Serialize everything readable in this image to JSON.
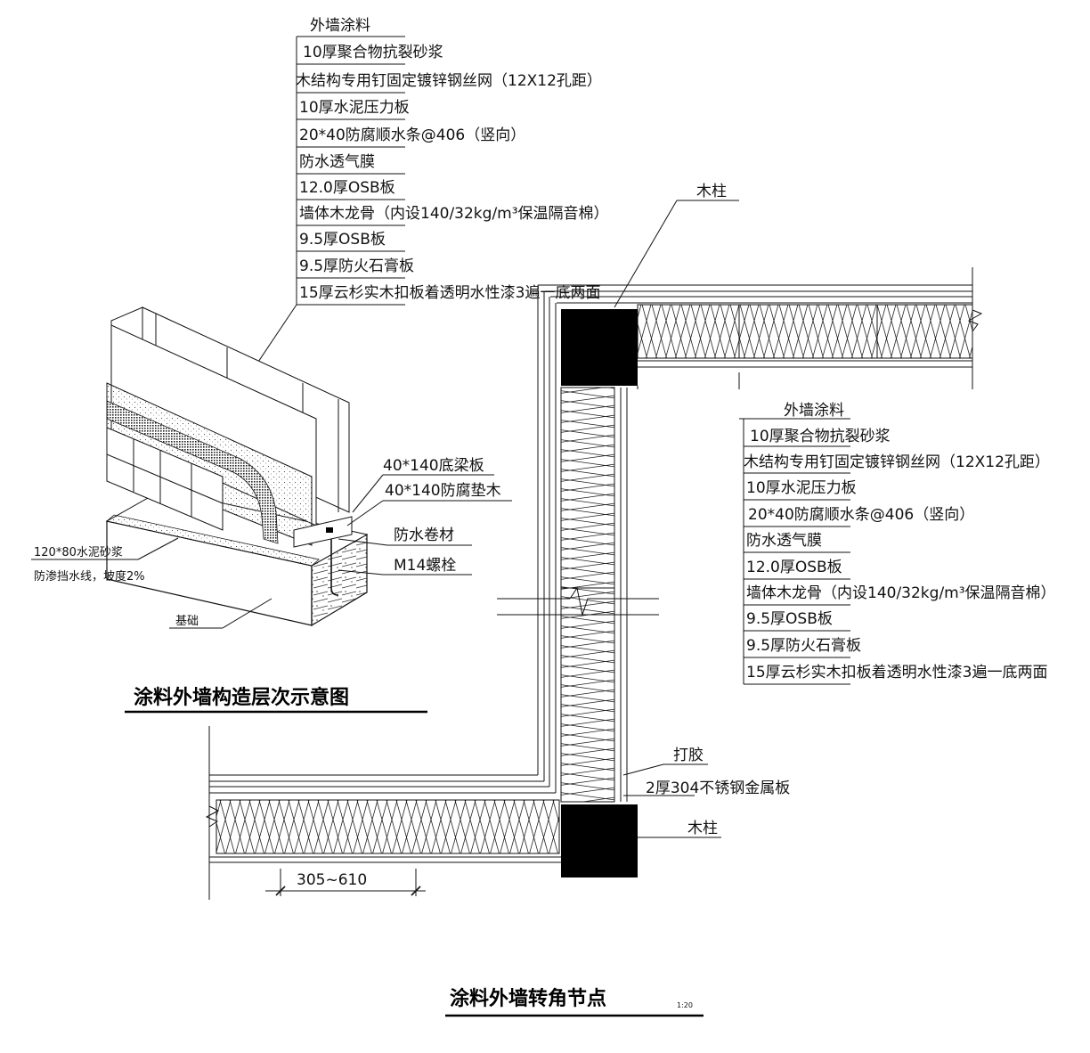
{
  "left_layers": [
    "外墙涂料",
    "10厚聚合物抗裂砂浆",
    "木结构专用钉固定镀锌钢丝网（12X12孔距）",
    "10厚水泥压力板",
    "20*40防腐顺水条@406（竖向）",
    "防水透气膜",
    "12.0厚OSB板",
    "墙体木龙骨（内设140/32kg/m³保温隔音棉）",
    "9.5厚OSB板",
    "9.5厚防火石膏板",
    "15厚云杉实木扣板着透明水性漆3遍一底两面"
  ],
  "right_layers": [
    "外墙涂料",
    "10厚聚合物抗裂砂浆",
    "木结构专用钉固定镀锌钢丝网（12X12孔距）",
    "10厚水泥压力板",
    "20*40防腐顺水条@406（竖向）",
    "防水透气膜",
    "12.0厚OSB板",
    "墙体木龙骨（内设140/32kg/m³保温隔音棉）",
    "9.5厚OSB板",
    "9.5厚防火石膏板",
    "15厚云杉实木扣板着透明水性漆3遍一底两面"
  ],
  "iso_labels": {
    "sill_plate": "40*140底梁板",
    "treated_pad": "40*140防腐垫木",
    "waterproof_roll": "防水卷材",
    "bolt": "M14螺栓",
    "mortar_line1": "120*80水泥砂浆",
    "mortar_line2": "防渗挡水线，坡度2%",
    "foundation": "基础"
  },
  "plan_labels": {
    "post_top": "木柱",
    "post_bottom": "木柱",
    "sealant": "打胶",
    "metal_plate": "2厚304不锈钢金属板",
    "dimension": "305~610"
  },
  "titles": {
    "iso": "涂料外墙构造层次示意图",
    "plan": "涂料外墙转角节点",
    "plan_scale": "1:20"
  }
}
